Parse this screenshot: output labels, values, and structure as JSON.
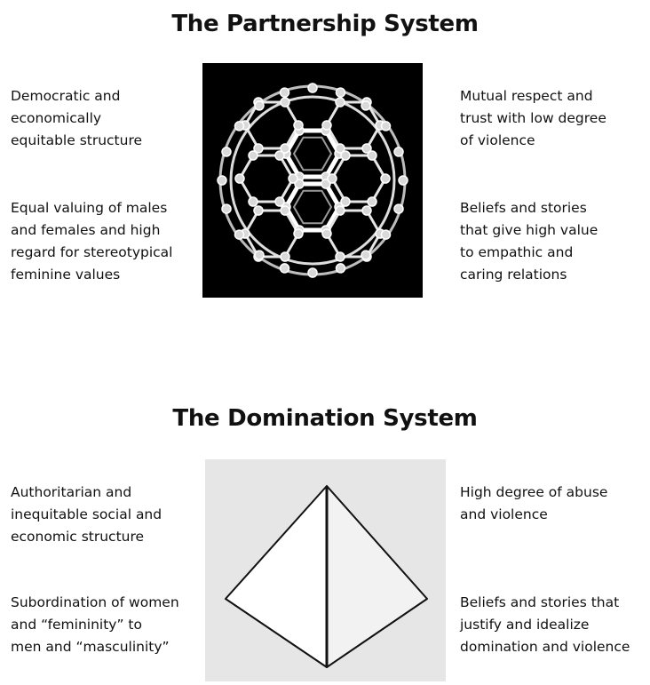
{
  "partnership": {
    "title": "The Partnership System",
    "left_top": [
      "Democratic and",
      "economically",
      "equitable structure"
    ],
    "left_bottom": [
      "Equal valuing of males",
      "and females and high",
      "regard for stereotypical",
      "feminine values"
    ],
    "right_top": [
      "Mutual respect and",
      "trust with low degree",
      "of violence"
    ],
    "right_bottom": [
      "Beliefs and stories",
      "that give high value",
      "to empathic and",
      "caring relations"
    ],
    "image": {
      "icon": "buckyball-icon",
      "background": "#000000",
      "stroke": "#ffffff"
    }
  },
  "domination": {
    "title": "The Domination System",
    "left_top": [
      "Authoritarian and",
      "inequitable social and",
      "economic structure"
    ],
    "left_bottom": [
      "Subordination of women",
      "and “femininity” to",
      "men and “masculinity”"
    ],
    "right_top": [
      "High degree of abuse",
      "and violence"
    ],
    "right_bottom": [
      "Beliefs and stories that",
      "justify and idealize",
      "domination and violence"
    ],
    "image": {
      "icon": "pyramid-icon",
      "background": "#e6e6e6"
    }
  }
}
